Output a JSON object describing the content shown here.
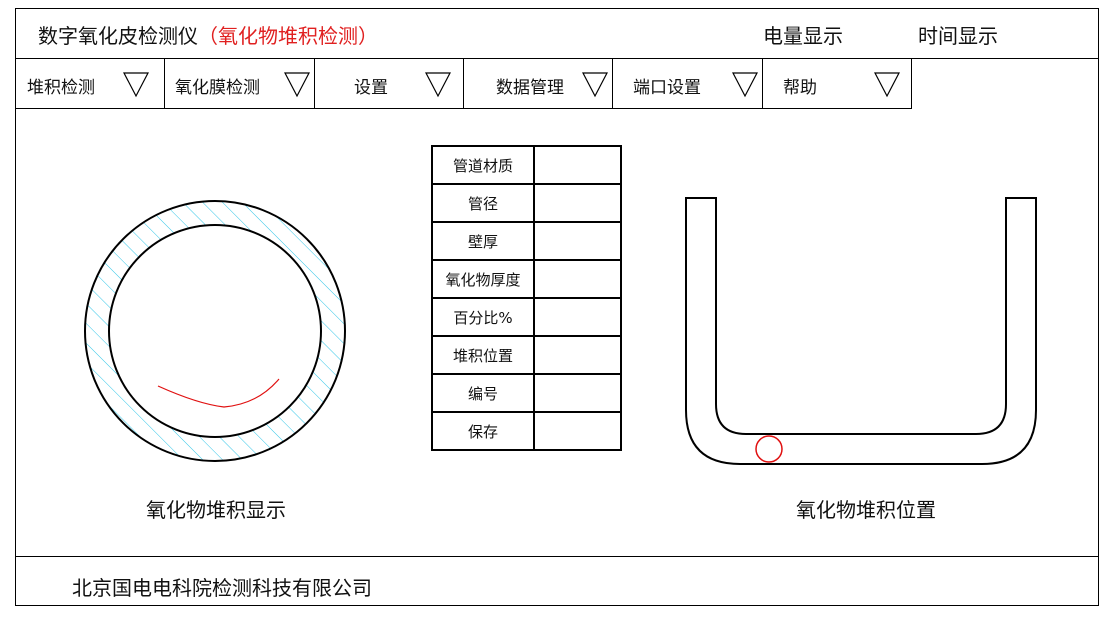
{
  "header": {
    "title": "数字氧化皮检测仪",
    "subtitle": "（氧化物堆积检测）",
    "battery_label": "电量显示",
    "time_label": "时间显示"
  },
  "menu": [
    {
      "label": "堆积检测"
    },
    {
      "label": "氧化膜检测"
    },
    {
      "label": "设置"
    },
    {
      "label": "数据管理"
    },
    {
      "label": "端口设置"
    },
    {
      "label": "帮助"
    }
  ],
  "info_table": {
    "rows": [
      {
        "key": "管道材质",
        "value": ""
      },
      {
        "key": "管径",
        "value": ""
      },
      {
        "key": "壁厚",
        "value": ""
      },
      {
        "key": "氧化物厚度",
        "value": ""
      },
      {
        "key": "百分比%",
        "value": ""
      },
      {
        "key": "堆积位置",
        "value": ""
      },
      {
        "key": "编号",
        "value": ""
      },
      {
        "key": "保存",
        "value": ""
      }
    ]
  },
  "left_panel": {
    "caption": "氧化物堆积显示"
  },
  "right_panel": {
    "caption": "氧化物堆积位置"
  },
  "footer": {
    "company": "北京国电电科院检测科技有限公司"
  },
  "colors": {
    "hatch": "#33c6e8",
    "deposit": "#e01010",
    "subtitle": "#e02020",
    "line": "#000000"
  },
  "icons": {
    "dropdown": "triangle-down-icon"
  }
}
